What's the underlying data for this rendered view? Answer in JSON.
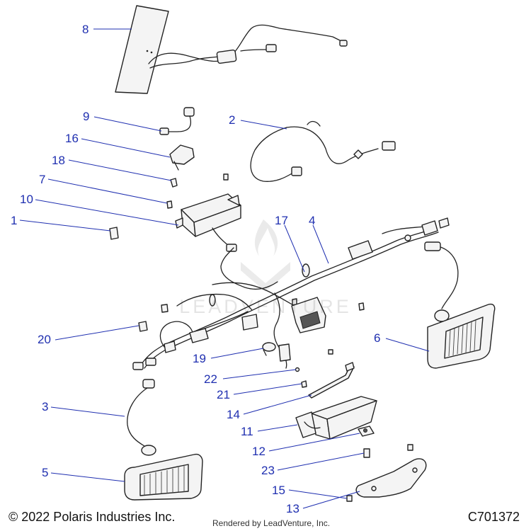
{
  "figure": {
    "footer": {
      "copyright": "© 2022 Polaris Industries Inc.",
      "drawing_id": "C701372",
      "rendered_by": "Rendered by LeadVenture, Inc."
    },
    "watermark": "LEADVENTURE",
    "callout_color": "#1f2fb0",
    "callouts": [
      "8",
      "9",
      "16",
      "2",
      "18",
      "7",
      "10",
      "1",
      "17",
      "4",
      "6",
      "20",
      "19",
      "22",
      "21",
      "14",
      "3",
      "11",
      "12",
      "5",
      "23",
      "15",
      "13"
    ]
  }
}
